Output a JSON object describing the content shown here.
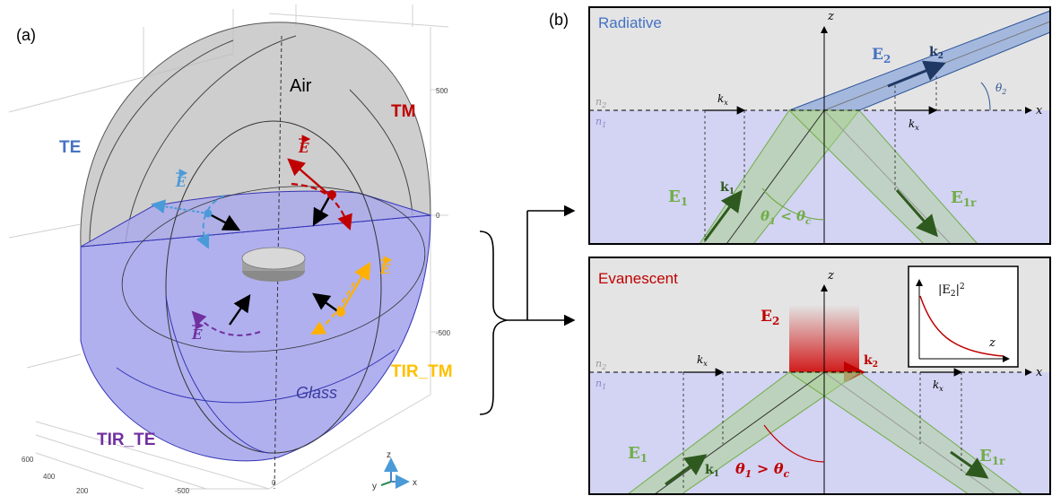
{
  "panel_a": {
    "label": "(a)",
    "region_labels": {
      "air": "Air",
      "glass": "Glass",
      "te": "TE",
      "tm": "TM",
      "tir_tm": "TIR_TM",
      "tir_te": "TIR_TE"
    },
    "field_symbol": "E",
    "axis_ticks": {
      "z": [
        "500",
        "0",
        "-500"
      ],
      "y": [
        "600",
        "400",
        "200"
      ],
      "x": [
        "0",
        "-500"
      ]
    },
    "triad_labels": {
      "z": "z",
      "y": "y",
      "x": "x"
    },
    "colors": {
      "te": "#4a86c8",
      "tm": "#c00000",
      "tir_tm": "#ffc000",
      "tir_te": "#7030a0",
      "glass": "#8f8fe8",
      "air": "#bdbdbd"
    }
  },
  "panel_b": {
    "label": "(b)",
    "radiative": {
      "title": "Radiative",
      "z": "z",
      "x": "x",
      "n2": "n",
      "n2_sub": "2",
      "n1": "n",
      "n1_sub": "1",
      "kx": "k",
      "kx_sub": "x",
      "E1": "E",
      "E1_sub": "1",
      "E1r": "E",
      "E1r_sub": "1r",
      "E2": "E",
      "E2_sub": "2",
      "k1": "k",
      "k1_sub": "1",
      "k2": "k",
      "k2_sub": "2",
      "theta2": "θ",
      "theta2_sub": "2",
      "condition": "θ",
      "condition_sub1": "1",
      "condition_op": " < ",
      "condition_sub2": "c",
      "title_color": "#4472c4"
    },
    "evanescent": {
      "title": "Evanescent",
      "z": "z",
      "x": "x",
      "n2": "n",
      "n2_sub": "2",
      "n1": "n",
      "n1_sub": "1",
      "kx": "k",
      "kx_sub": "x",
      "E1": "E",
      "E1_sub": "1",
      "E1r": "E",
      "E1r_sub": "1r",
      "E2": "E",
      "E2_sub": "2",
      "k1": "k",
      "k1_sub": "1",
      "k2": "k",
      "k2_sub": "2",
      "condition": "θ",
      "condition_sub1": "1",
      "condition_op": " > ",
      "condition_sub2": "c",
      "inset_ylabel": "|E",
      "inset_ylabel_sub": "2",
      "inset_ylabel_end": "|",
      "inset_ylabel_sup": "2",
      "inset_xlabel": "z",
      "title_color": "#c00000"
    }
  }
}
